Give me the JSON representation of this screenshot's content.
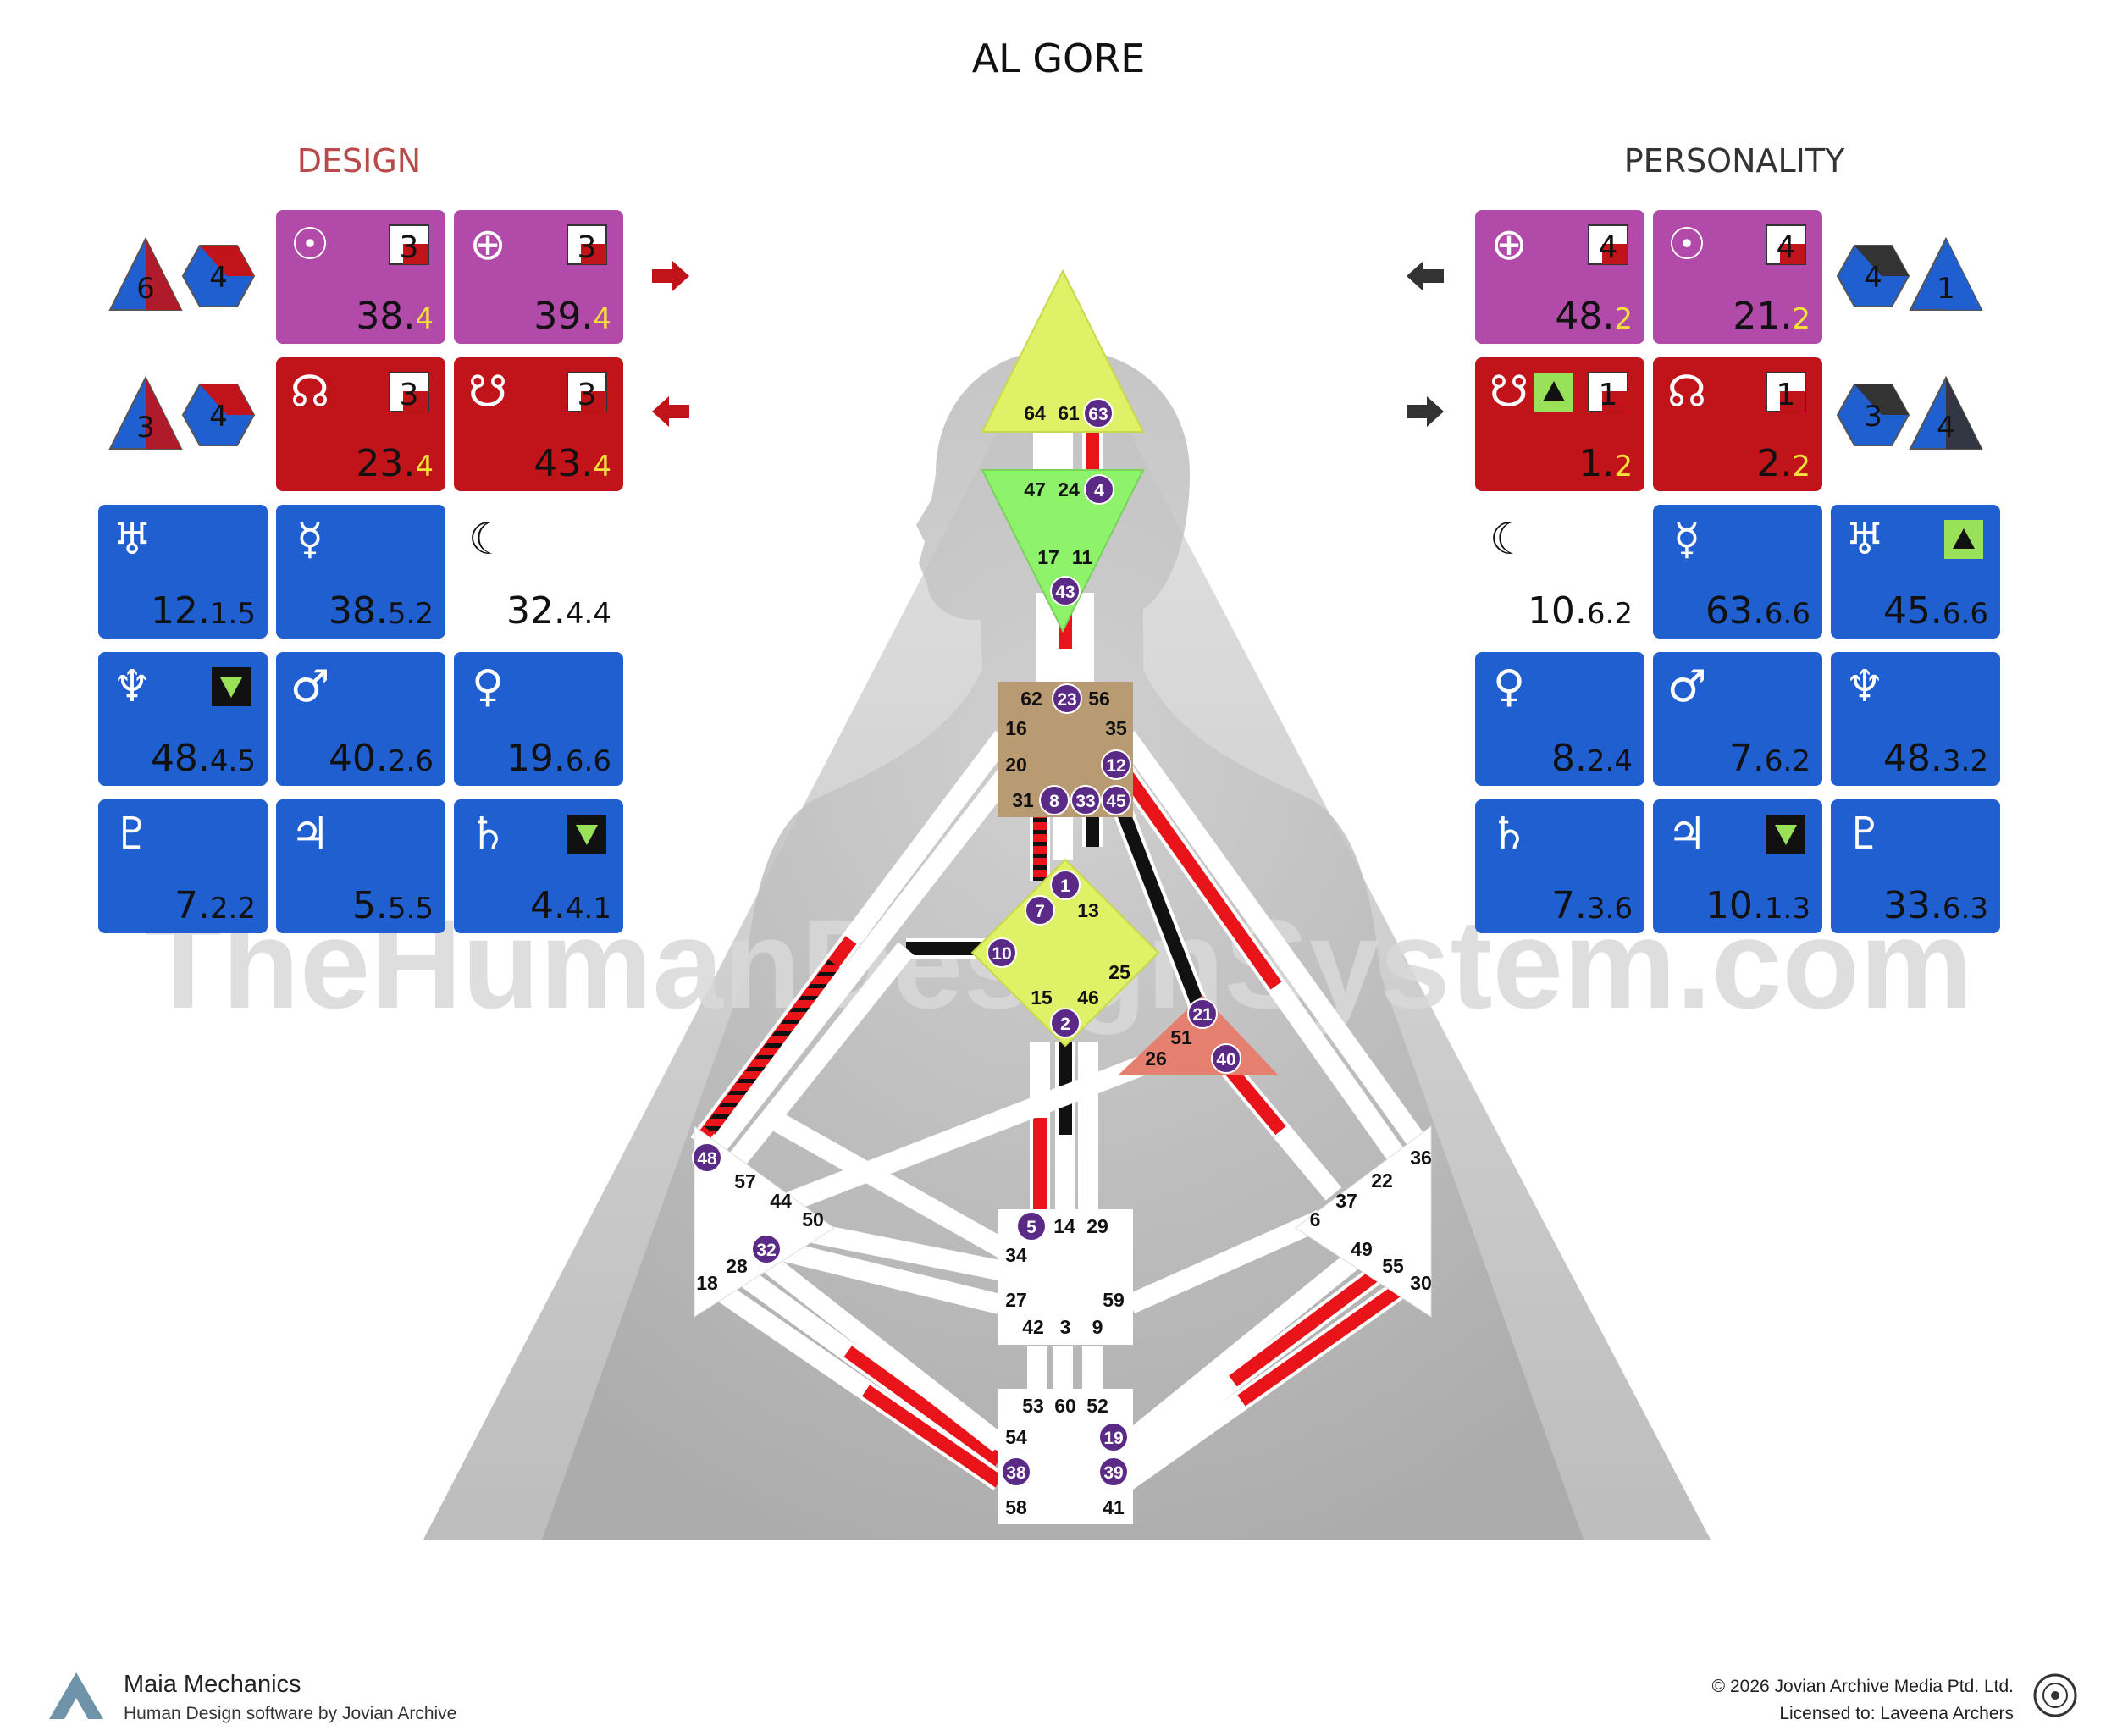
{
  "chart_title": "AL GORE",
  "design_label": "DESIGN",
  "personality_label": "PERSONALITY",
  "watermark": "TheHumanDesignSystem.com",
  "colors": {
    "design_red": "#c0392b",
    "personality_black": "#222222",
    "magenta": "#b14aa8",
    "red_cell": "#c0141a",
    "blue_cell": "#1f5fcf",
    "head_center": "#dff267",
    "ajna_center": "#8ef26a",
    "throat_center": "#b89b72",
    "g_center": "#dff267",
    "heart_center": "#e58070",
    "channel_red": "#e8141a",
    "gate_badge": "#5b2a86"
  },
  "design": {
    "nodes": [
      {
        "line": "6",
        "tone": "4"
      },
      {
        "line": "3",
        "tone": "4"
      }
    ],
    "arrows": [
      "right",
      "left"
    ],
    "cells": [
      {
        "symbol": "☉",
        "value": "38.",
        "sub": "4",
        "bg": "magenta",
        "badge": "3",
        "icon": "sun-icon"
      },
      {
        "symbol": "⊕",
        "value": "39.",
        "sub": "4",
        "bg": "magenta",
        "badge": "3",
        "icon": "earth-icon"
      },
      {
        "symbol": "☊",
        "value": "23.",
        "sub": "4",
        "bg": "red",
        "badge": "3",
        "icon": "north-node-icon"
      },
      {
        "symbol": "☋",
        "value": "43.",
        "sub": "4",
        "bg": "red",
        "badge": "3",
        "icon": "south-node-icon"
      },
      {
        "symbol": "♅",
        "value": "12.",
        "sub": "1.5",
        "bg": "blue",
        "icon": "uranus-icon"
      },
      {
        "symbol": "☿",
        "value": "38.",
        "sub": "5.2",
        "bg": "blue",
        "icon": "mercury-icon"
      },
      {
        "symbol": "☾",
        "value": "32.",
        "sub": "4.4",
        "bg": "white",
        "icon": "moon-icon"
      },
      {
        "symbol": "♆",
        "value": "48.",
        "sub": "4.5",
        "bg": "blue",
        "icon": "neptune-icon",
        "marker": "down"
      },
      {
        "symbol": "♂",
        "value": "40.",
        "sub": "2.6",
        "bg": "blue",
        "icon": "mars-icon"
      },
      {
        "symbol": "♀",
        "value": "19.",
        "sub": "6.6",
        "bg": "blue",
        "icon": "venus-icon"
      },
      {
        "symbol": "♇",
        "value": "7.",
        "sub": "2.2",
        "bg": "blue",
        "icon": "pluto-icon"
      },
      {
        "symbol": "♃",
        "value": "5.",
        "sub": "5.5",
        "bg": "blue",
        "icon": "jupiter-icon"
      },
      {
        "symbol": "♄",
        "value": "4.",
        "sub": "4.1",
        "bg": "blue",
        "icon": "saturn-icon",
        "marker": "down"
      }
    ]
  },
  "personality": {
    "nodes": [
      {
        "tone": "4",
        "line": "1"
      },
      {
        "tone": "3",
        "line": "4"
      }
    ],
    "arrows": [
      "left",
      "right"
    ],
    "cells": [
      {
        "symbol": "⊕",
        "value": "48.",
        "sub": "2",
        "bg": "magenta",
        "badge": "4",
        "icon": "earth-icon"
      },
      {
        "symbol": "☉",
        "value": "21.",
        "sub": "2",
        "bg": "magenta",
        "badge": "4",
        "icon": "sun-icon"
      },
      {
        "symbol": "☋",
        "value": "1.",
        "sub": "2",
        "bg": "red",
        "badge": "1",
        "icon": "south-node-icon",
        "marker": "up"
      },
      {
        "symbol": "☊",
        "value": "2.",
        "sub": "2",
        "bg": "red",
        "badge": "1",
        "icon": "north-node-icon"
      },
      {
        "symbol": "☾",
        "value": "10.",
        "sub": "6.2",
        "bg": "white",
        "icon": "moon-icon"
      },
      {
        "symbol": "☿",
        "value": "63.",
        "sub": "6.6",
        "bg": "blue",
        "icon": "mercury-icon"
      },
      {
        "symbol": "♅",
        "value": "45.",
        "sub": "6.6",
        "bg": "blue",
        "icon": "uranus-icon",
        "marker": "up"
      },
      {
        "symbol": "♀",
        "value": "8.",
        "sub": "2.4",
        "bg": "blue",
        "icon": "venus-icon"
      },
      {
        "symbol": "♂",
        "value": "7.",
        "sub": "6.2",
        "bg": "blue",
        "icon": "mars-icon"
      },
      {
        "symbol": "♆",
        "value": "48.",
        "sub": "3.2",
        "bg": "blue",
        "icon": "neptune-icon"
      },
      {
        "symbol": "♄",
        "value": "7.",
        "sub": "3.6",
        "bg": "blue",
        "icon": "saturn-icon"
      },
      {
        "symbol": "♃",
        "value": "10.",
        "sub": "1.3",
        "bg": "blue",
        "icon": "jupiter-icon",
        "marker": "down"
      },
      {
        "symbol": "♇",
        "value": "33.",
        "sub": "6.3",
        "bg": "blue",
        "icon": "pluto-icon"
      }
    ]
  },
  "centers": {
    "head": {
      "plain": [
        "64",
        "61"
      ],
      "active": [
        "63"
      ]
    },
    "ajna": {
      "plain": [
        "47",
        "24",
        "17",
        "11"
      ],
      "active": [
        "4",
        "43"
      ]
    },
    "throat": {
      "plain": [
        "62",
        "56",
        "16",
        "35",
        "20",
        "31"
      ],
      "active": [
        "23",
        "12",
        "8",
        "33",
        "45"
      ]
    },
    "g": {
      "plain": [
        "13",
        "25",
        "15",
        "46"
      ],
      "active": [
        "1",
        "7",
        "10",
        "2"
      ]
    },
    "heart": {
      "plain": [
        "51",
        "26"
      ],
      "active": [
        "21",
        "40"
      ]
    },
    "spleen": {
      "plain": [
        "57",
        "44",
        "50",
        "28",
        "18"
      ],
      "active": [
        "48",
        "32"
      ]
    },
    "sacral": {
      "plain": [
        "14",
        "29",
        "34",
        "27",
        "59",
        "42",
        "3",
        "9"
      ],
      "active": [
        "5"
      ]
    },
    "solar": {
      "plain": [
        "36",
        "22",
        "37",
        "6",
        "49",
        "55",
        "30"
      ],
      "active": []
    },
    "root": {
      "plain": [
        "53",
        "60",
        "52",
        "54",
        "58",
        "41"
      ],
      "active": [
        "19",
        "38",
        "39"
      ]
    }
  },
  "footer": {
    "brand": "Maia Mechanics",
    "tagline": "Human Design software by Jovian Archive",
    "copyright": "© 2026 Jovian Archive Media Ptd. Ltd.",
    "license": "Licensed to: Laveena Archers"
  }
}
